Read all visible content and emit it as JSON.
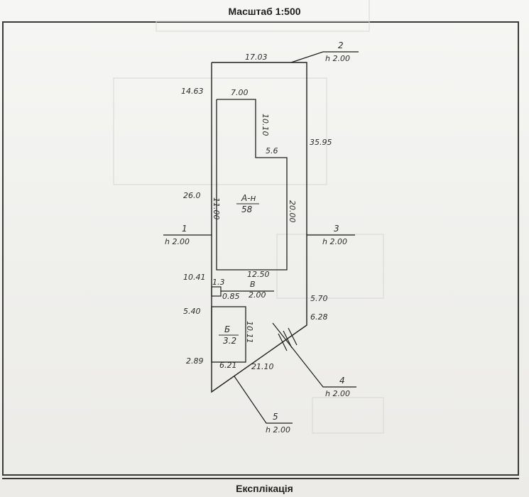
{
  "header": {
    "scale_label": "Масштаб 1:500"
  },
  "footer": {
    "section_label": "Експлікація"
  },
  "plot": {
    "top_side": "17.03",
    "left_upper_side": "14.63",
    "left_middle_side": "26.0",
    "left_lower_side": "10.41",
    "left_small_side": "5.40",
    "left_bottom_side": "2.89",
    "right_side": "35.95",
    "right_lower_side": "5.70",
    "right_diag_side": "6.28",
    "bottom_diag_side": "21.10"
  },
  "building_a": {
    "label": "А-н",
    "area": "58",
    "top_width": "7.00",
    "upper_right": "10.10",
    "step_width": "5.6",
    "right_height": "20.00",
    "left_height": "11.00",
    "bottom_width": "12.50"
  },
  "building_b": {
    "label": "Б",
    "area": "3.2",
    "right_height": "10.11",
    "bottom_width": "6.21"
  },
  "small_structure": {
    "width": "1.3",
    "depth": "0.85"
  },
  "fence": {
    "label": "В",
    "length": "2.00"
  },
  "points": [
    {
      "number": "1",
      "elevation": "h 2.00"
    },
    {
      "number": "2",
      "elevation": "h 2.00"
    },
    {
      "number": "3",
      "elevation": "h 2.00"
    },
    {
      "number": "4",
      "elevation": "h 2.00"
    },
    {
      "number": "5",
      "elevation": "h 2.00"
    }
  ]
}
